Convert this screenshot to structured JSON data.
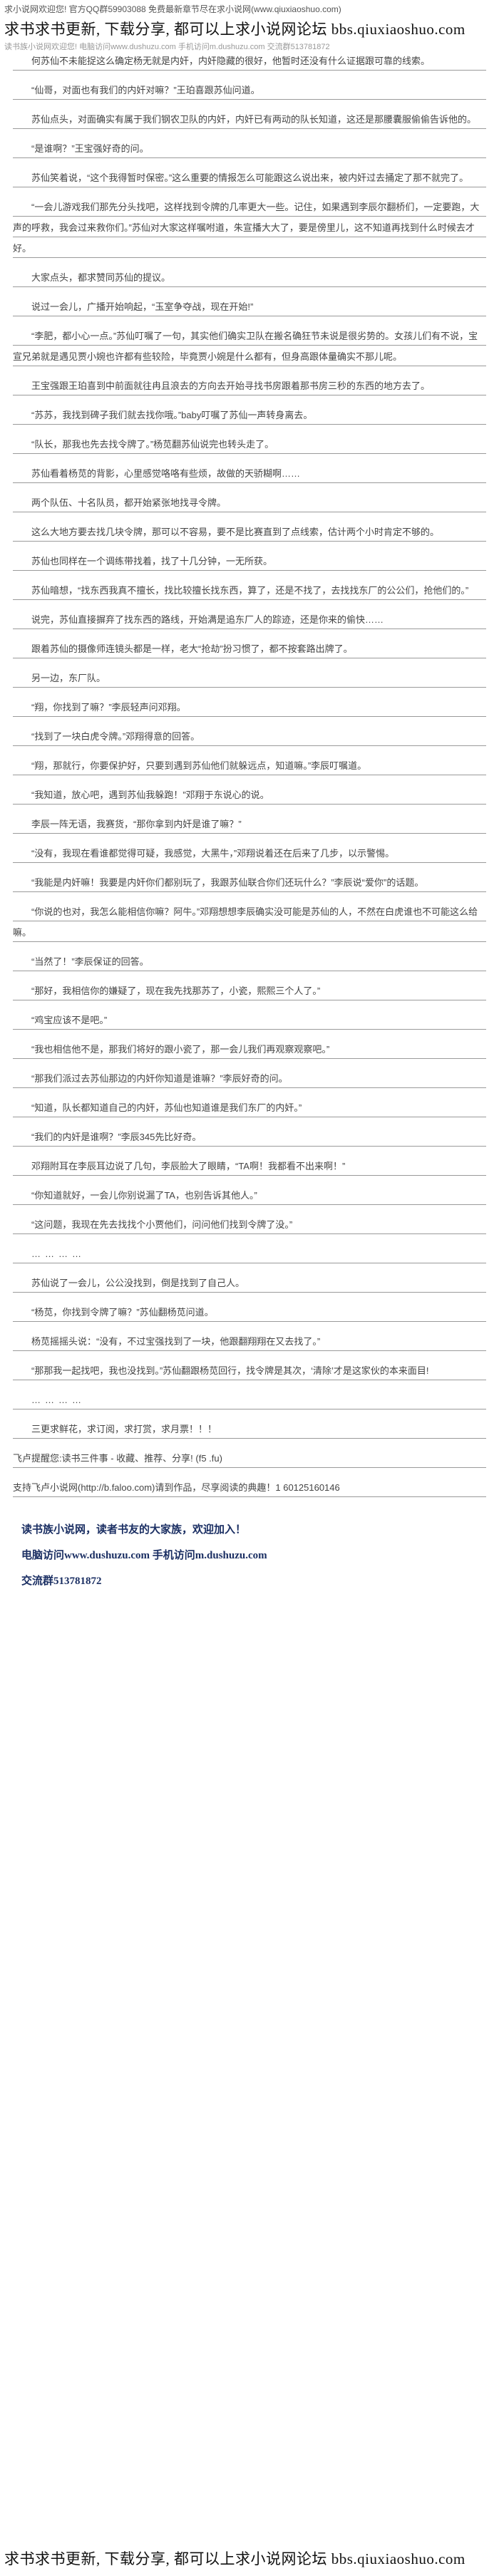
{
  "header": {
    "top_ad": "求小说网欢迎您! 官方QQ群59903088 免费最新章节尽在求小说网(www.qiuxiaoshuo.com)",
    "banner": "求书求书更新, 下载分享, 都可以上求小说网论坛 bbs.qiuxiaoshuo.com",
    "ghost": "读书族小说网欢迎您! 电脑访问www.dushuzu.com 手机访问m.dushuzu.com 交流群513781872"
  },
  "paragraphs": [
    "何苏仙不未能捉这么确定杨无就是内奸，内奸隐藏的很好，他暂时还没有什么证据跟可靠的线索。",
    "“仙哥，对面也有我们的内奸对嘛？”王珀喜跟苏仙问道。",
    "苏仙点头，对面确实有属于我们钢农卫队的内奸，内奸已有两动的队长知道，这还是那腰囊服偷偷告诉他的。",
    "“是谁啊？”王宝强好奇的问。",
    "苏仙笑着说，“这个我得暂时保密。”这么重要的情报怎么可能跟这么说出来，被内奸过去捅定了那不就完了。",
    "“一会儿游戏我们那先分头找吧，这样找到令牌的几率更大一些。记住，如果遇到李辰尔翻桥们，一定要跑，大声的呼救，我会过来救你们。”苏仙对大家这样嘱咐道，朱宣播大大了，要是傍里儿，这不知道再找到什么时候去才好。",
    "大家点头，都求赞同苏仙的提议。",
    "说过一会儿，广播开始响起，“玉室争夺战，现在开始!”",
    "“李肥，都小心一点。”苏仙叮嘱了一句，其实他们确实卫队在搬名确狂节未说是很劣势的。女孩儿们有不说，宝宣兄弟就是遇见贾小婉也许都有些较险，毕竟贾小婉是什么都有，但身高跟体量确实不那儿呢。",
    "王宝强跟王珀喜到中前面就往冉且浪去的方向去开始寻找书房跟着那书房三秒的东西的地方去了。",
    "“苏苏，我找到碑子我们就去找你哦。”baby叮嘱了苏仙一声转身离去。",
    "“队长，那我也先去找令牌了。”杨苋翻苏仙说完也转头走了。",
    "苏仙看着杨苋的背影，心里感觉咯咯有些烦，故做的天骄糊啊……",
    "两个队伍、十名队员，都开始紧张地找寻令牌。",
    "这么大地方要去找几块令牌，那可以不容易，要不是比赛直到了点线索，估计两个小时肯定不够的。",
    "苏仙也同样在一个调练带找着，找了十几分钟，一无所获。",
    "苏仙暗想，“找东西我真不擅长，找比较擅长找东西，算了，还是不找了，去找找东厂的公公们，抢他们的。”",
    "说完，苏仙直接摒弃了找东西的路线，开始满是追东厂人的踪迹，还是你来的偷快……",
    "跟着苏仙的摄像师连镜头都是一样，老大“抢劫”扮习惯了，都不按套路出牌了。",
    "另一边，东厂队。",
    "“翔，你找到了嘛？”李辰轻声问邓翔。",
    "“找到了一块白虎令牌。”邓翔得意的回答。",
    "“翔，那就行，你要保护好，只要到遇到苏仙他们就躲远点，知道嘛。”李辰叮嘱道。",
    "“我知道，放心吧，遇到苏仙我躲跑！”邓翔于东说心的说。",
    "李辰一阵无语，我赛货，“那你拿到内奸是谁了嘛？”",
    "“没有，我现在看谁都觉得可疑，我感觉，大黑牛，”邓翔说着还在后来了几步，以示警惕。",
    "“我能是内奸嘛！我要是内奸你们都别玩了，我跟苏仙联合你们还玩什么？”李辰说“爱你”的话题。",
    "“你说的也对，我怎么能相信你嘛？阿牛。”邓翔想想李辰确实没可能是苏仙的人，不然在白虎谁也不可能这么给嘛。",
    "“当然了！”李辰保证的回答。",
    "“那好，我相信你的嫌疑了，现在我先找那苏了，小瓷，熙熙三个人了。”",
    "“鸡宝应该不是吧。”",
    "“我也相信他不是，那我们将好的跟小瓷了，那一会儿我们再观察观察吧。”",
    "“那我们派过去苏仙那边的内奸你知道是谁嘛？”李辰好奇的问。",
    "“知道，队长都知道自己的内奸，苏仙也知道谁是我们东厂的内奸。”",
    "“我们的内奸是谁啊？”李辰345先比好奇。",
    "邓翔附耳在李辰耳边说了几句，李辰脸大了眼睛，“TA啊！我都看不出来啊！”",
    "“你知道就好，一会儿你别说漏了TA，也别告诉其他人。”",
    "“这问题，我现在先去找找个小贾他们，问问他们找到令牌了没。”",
    "…………",
    "苏仙说了一会儿，公公没找到，倒是找到了自己人。",
    "“杨苋，你找到令牌了嘛？”苏仙翻杨苋问道。",
    "杨苋摇摇头说：“没有，不过宝强找到了一块，他跟翻翔翔在又去找了。”",
    "“那那我一起找吧，我也没找到。”苏仙翻跟杨苋回行，找令牌是其次，‘清除’才是这家伙的本来面目!",
    "…………",
    "三更求鲜花，求订阅，求打赏，求月票！！！",
    "飞卢提醒您:读书三件事 - 收藏、推荐、分享! (f5 .fu)",
    "支持飞卢小说网(http://b.faloo.com)请到作品，尽享阅读的典趣！1 60125160146"
  ],
  "promo": {
    "line1": "读书族小说网，读者书友的大家族，欢迎加入！",
    "line2": "电脑访问www.dushuzu.com 手机访问m.dushuzu.com",
    "line3": "交流群513781872"
  },
  "footer": {
    "banner": "求书求书更新, 下载分享, 都可以上求小说网论坛 bbs.qiuxiaoshuo.com"
  }
}
